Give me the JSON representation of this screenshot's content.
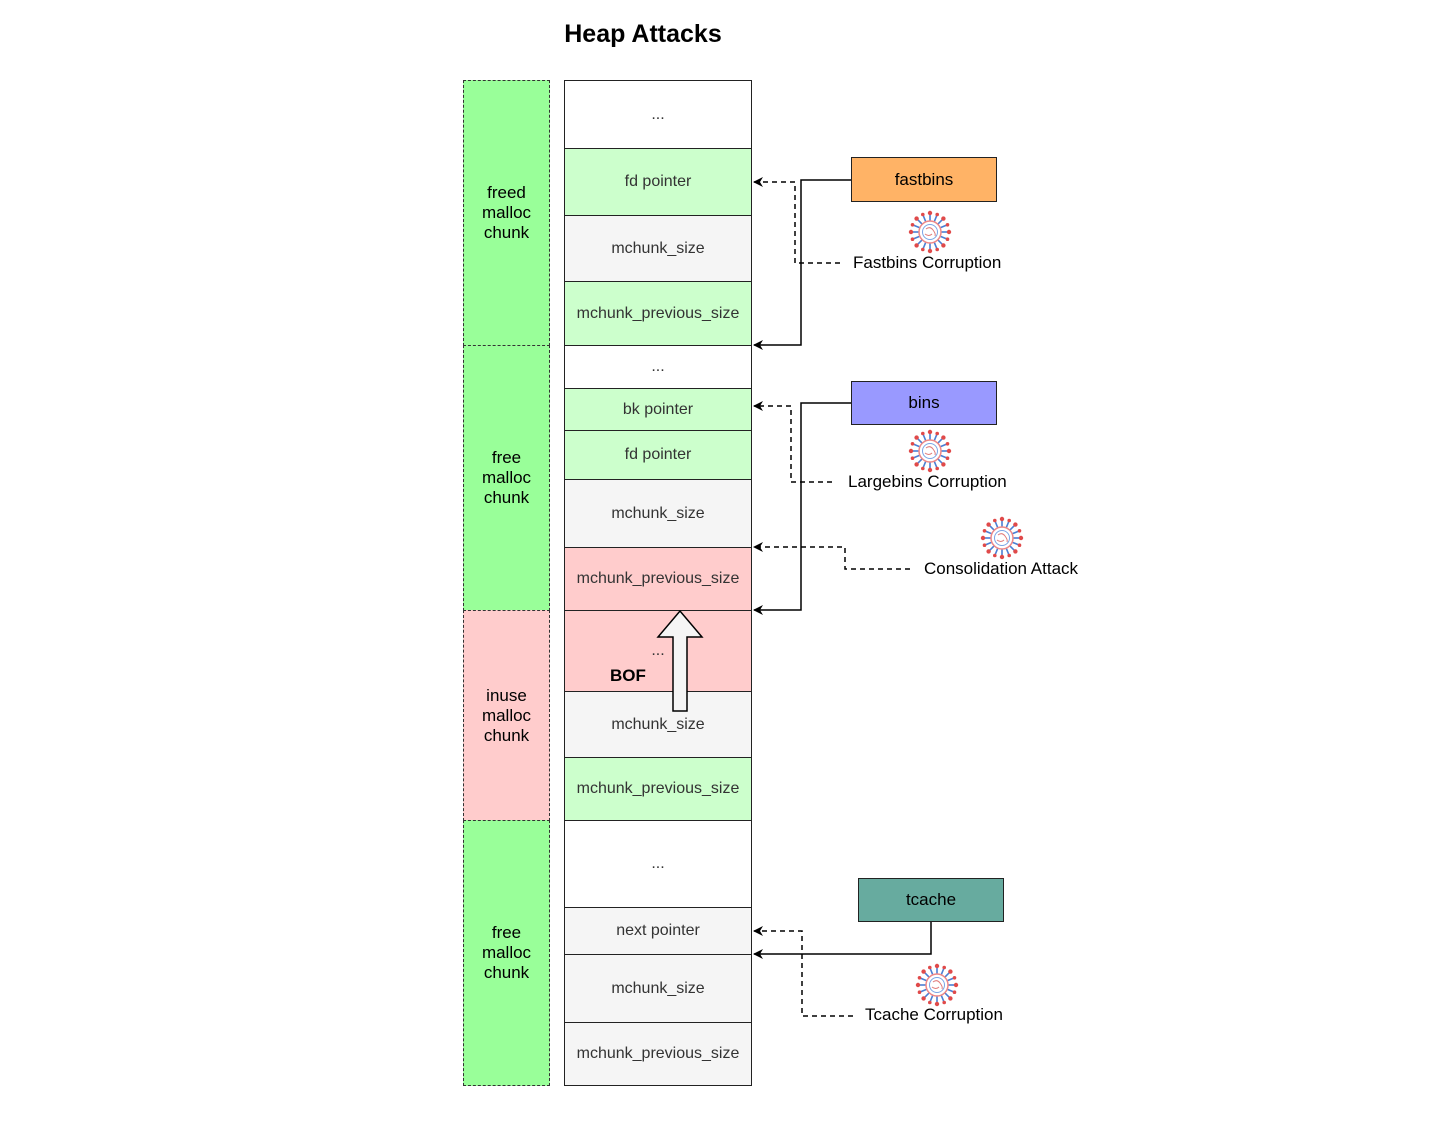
{
  "title": "Heap Attacks",
  "colors": {
    "free_green": "#99ff99",
    "cell_green": "#ccffcc",
    "inuse_red": "#ffcccc",
    "cell_gray": "#f5f5f5",
    "fastbins": "#ffb366",
    "bins": "#9999ff",
    "tcache": "#67ab9f"
  },
  "chunks": [
    {
      "label": "freed malloc chunk",
      "state": "free"
    },
    {
      "label": "free malloc chunk",
      "state": "free"
    },
    {
      "label": "inuse malloc chunk",
      "state": "inuse"
    },
    {
      "label": "free malloc chunk",
      "state": "free"
    }
  ],
  "cells": [
    {
      "label": "...",
      "fill": "white"
    },
    {
      "label": "fd pointer",
      "fill": "green"
    },
    {
      "label": "mchunk_size",
      "fill": "gray"
    },
    {
      "label": "mchunk_previous_size",
      "fill": "green"
    },
    {
      "label": "...",
      "fill": "white"
    },
    {
      "label": "bk pointer",
      "fill": "green"
    },
    {
      "label": "fd pointer",
      "fill": "green"
    },
    {
      "label": "mchunk_size",
      "fill": "gray"
    },
    {
      "label": "mchunk_previous_size",
      "fill": "red"
    },
    {
      "label": "...",
      "fill": "red"
    },
    {
      "label": "mchunk_size",
      "fill": "gray"
    },
    {
      "label": "mchunk_previous_size",
      "fill": "green"
    },
    {
      "label": "...",
      "fill": "white"
    },
    {
      "label": "next pointer",
      "fill": "gray"
    },
    {
      "label": "mchunk_size",
      "fill": "gray"
    },
    {
      "label": "mchunk_previous_size",
      "fill": "gray"
    }
  ],
  "bof_label": "BOF",
  "bins": {
    "fastbins": "fastbins",
    "bins": "bins",
    "tcache": "tcache"
  },
  "attacks": {
    "fastbins": "Fastbins Corruption",
    "largebins": "Largebins Corruption",
    "consolidation": "Consolidation Attack",
    "tcache": "Tcache Corruption"
  },
  "icons": [
    "virus-icon"
  ]
}
